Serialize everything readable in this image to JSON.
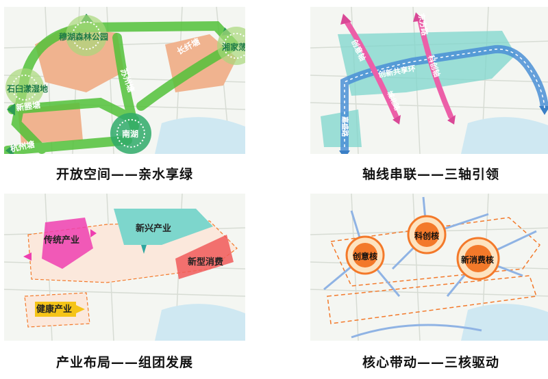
{
  "panels": [
    {
      "caption": "开放空间——亲水享绿",
      "labels": {
        "muhu": "穆湖森林公园",
        "xiangjia": "湘家荡",
        "shijiu": "石臼漾湿地",
        "changxian": "长纤塘",
        "suzhou": "苏州塘",
        "xinteng": "新塍塘",
        "nanhu": "南湖",
        "hangzhou": "杭州塘"
      }
    },
    {
      "caption": "轴线串联——三轴引领",
      "labels": {
        "chuangyi": "创意轴",
        "dongfang": "东方路",
        "kechuang": "科创轴",
        "chuangxin": "创新共享环",
        "chengbei": "城北路",
        "jiasheng": "嘉盛路"
      }
    },
    {
      "caption": "产业布局——组团发展",
      "labels": {
        "chuantong": "传统产业",
        "xinxing": "新兴产业",
        "xinxing_xiaofei": "新型消费",
        "jiankang": "健康产业"
      }
    },
    {
      "caption": "核心带动——三核驱动",
      "labels": {
        "kechuang_he": "科创核",
        "chuangyi_he": "创意核",
        "xinxiaofei_he": "新消费核"
      }
    }
  ],
  "colors": {
    "green": "#53c23a",
    "peach": "#f0b38f",
    "teal": "#7dd6cc",
    "blue": "#4a8fd6",
    "pink": "#ec5fa8",
    "magenta": "#ee3fb0",
    "red": "#f05b5b",
    "yellow": "#f5c418",
    "orange": "#f3792a"
  }
}
